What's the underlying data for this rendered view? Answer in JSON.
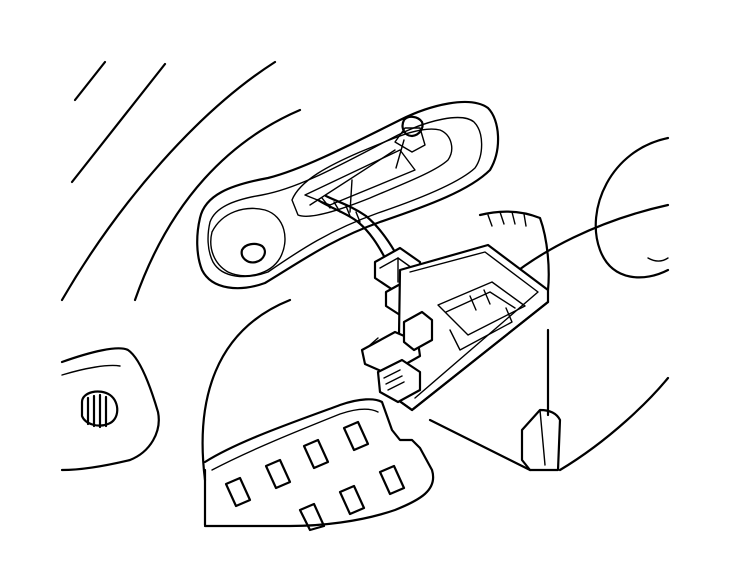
{
  "figure": {
    "kind": "line-art technical illustration",
    "stroke_color": "#000000",
    "background_color": "#ffffff",
    "parts": [
      "interior-trim-panel",
      "lamp-bezel-opening",
      "wiring-harness",
      "electrical-connector",
      "lamp-assembly",
      "vent-grille",
      "mounting-screw",
      "retaining-clip"
    ]
  }
}
